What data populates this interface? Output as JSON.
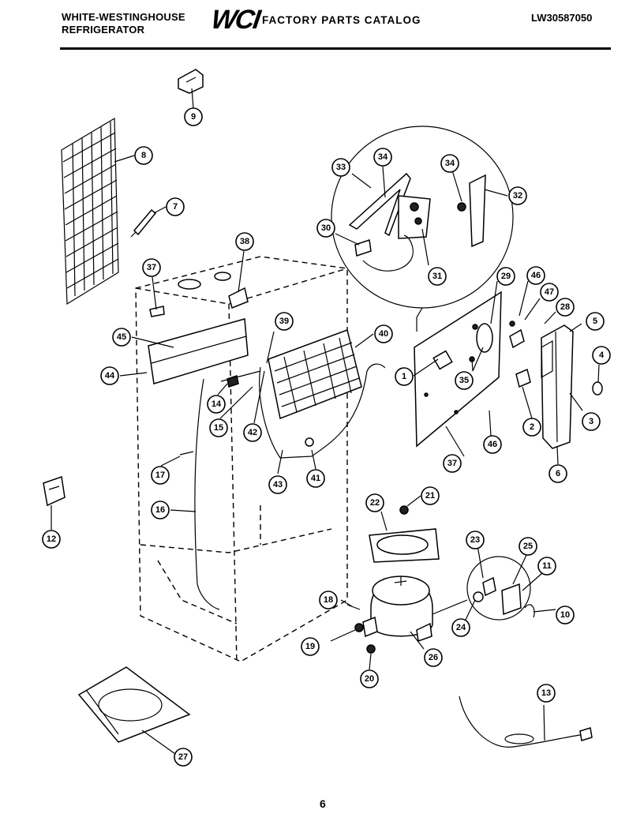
{
  "header": {
    "brand_line1": "WHITE-WESTINGHOUSE",
    "brand_line2": "REFRIGERATOR",
    "logo": "WCI",
    "catalog_title": "FACTORY PARTS CATALOG",
    "model_number": "LW30587050"
  },
  "callouts": {
    "c1": "1",
    "c2": "2",
    "c3": "3",
    "c4": "4",
    "c5": "5",
    "c6": "6",
    "c7": "7",
    "c8": "8",
    "c9": "9",
    "c10": "10",
    "c11": "11",
    "c12": "12",
    "c13": "13",
    "c14": "14",
    "c15": "15",
    "c16": "16",
    "c17": "17",
    "c18": "18",
    "c19": "19",
    "c20": "20",
    "c21": "21",
    "c22": "22",
    "c23": "23",
    "c24": "24",
    "c25": "25",
    "c26": "26",
    "c27": "27",
    "c28": "28",
    "c29": "29",
    "c30": "30",
    "c31": "31",
    "c32": "32",
    "c33": "33",
    "c34a": "34",
    "c34b": "34",
    "c35": "35",
    "c37a": "37",
    "c37b": "37",
    "c38": "38",
    "c39": "39",
    "c40": "40",
    "c41": "41",
    "c42": "42",
    "c43": "43",
    "c44": "44",
    "c45": "45",
    "c46a": "46",
    "c46b": "46",
    "c47": "47"
  },
  "footer": {
    "page_number": "6"
  }
}
